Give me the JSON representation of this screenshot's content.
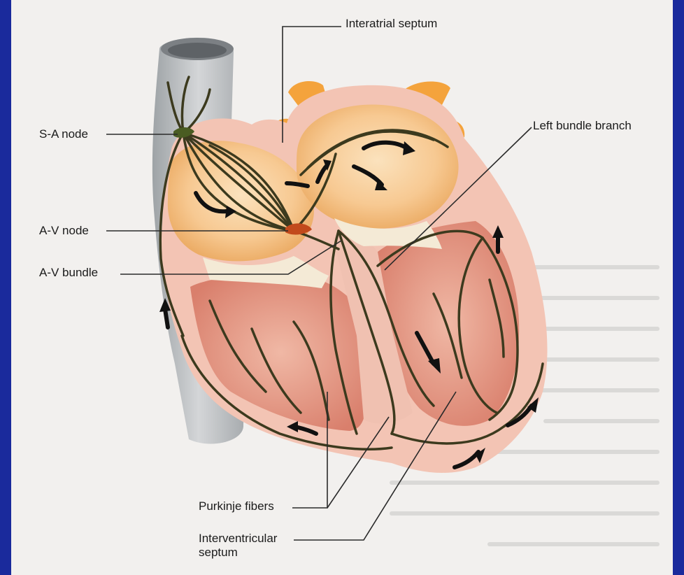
{
  "labels": {
    "interatrial_septum": "Interatrial septum",
    "sa_node": "S-A node",
    "left_bundle_branch": "Left bundle branch",
    "av_node": "A-V node",
    "av_bundle": "A-V bundle",
    "purkinje_fibers": "Purkinje fibers",
    "interventricular_septum_line1": "Interventricular",
    "interventricular_septum_line2": "septum"
  },
  "colors": {
    "frame_border": "#1a2a9c",
    "background": "#f2f0ee",
    "vessel": "#b8bcbf",
    "atrium": "#f6c88a",
    "heart_wall": "#f3c4b4",
    "ventricle_muscle": "#e8a08c",
    "conduction_fiber": "#3c3a1e",
    "aorta": "#f4a33c"
  }
}
